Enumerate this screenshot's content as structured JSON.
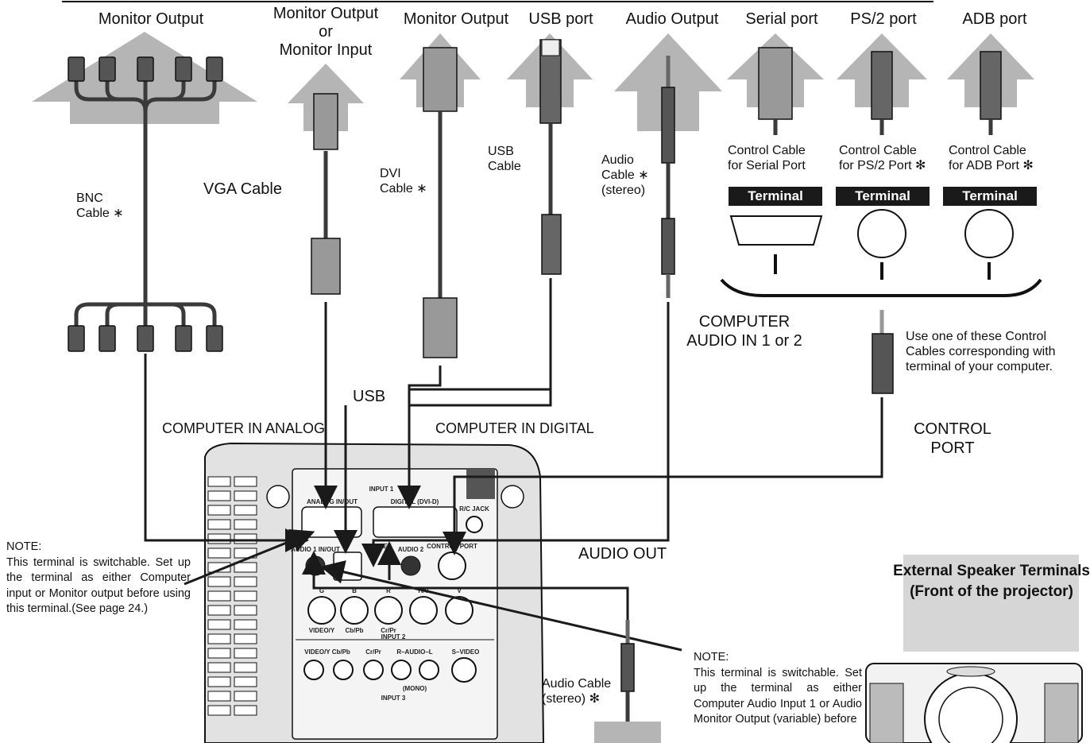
{
  "top_labels": {
    "monitor_output_1": "Monitor Output",
    "monitor_output_or_input_1": "Monitor Output",
    "monitor_output_or_input_2": "or",
    "monitor_output_or_input_3": "Monitor Input",
    "monitor_output_2": "Monitor Output",
    "usb_port": "USB port",
    "audio_output": "Audio Output",
    "serial_port": "Serial port",
    "ps2_port": "PS/2 port",
    "adb_port": "ADB port"
  },
  "cables": {
    "bnc_1": "BNC",
    "bnc_2": "Cable ∗",
    "vga": "VGA Cable",
    "dvi_1": "DVI",
    "dvi_2": "Cable ∗",
    "usb_1": "USB",
    "usb_2": "Cable",
    "audio_1": "Audio",
    "audio_2": "Cable ∗",
    "audio_3": "(stereo)",
    "control_serial_1": "Control Cable",
    "control_serial_2": "for Serial Port",
    "control_ps2_1": "Control Cable",
    "control_ps2_2": "for PS/2 Port ✻",
    "control_adb_1": "Control Cable",
    "control_adb_2": "for ADB Port ✻",
    "terminal": "Terminal",
    "audio_cable_bottom_1": "Audio Cable",
    "audio_cable_bottom_2": "(stereo) ✻"
  },
  "connections": {
    "computer_audio_in_1": "COMPUTER",
    "computer_audio_in_2": "AUDIO IN 1 or 2",
    "use_one_1": "Use one of these Control",
    "use_one_2": "Cables corresponding with",
    "use_one_3": "terminal of your computer.",
    "usb": "USB",
    "computer_in_analog": "COMPUTER IN ANALOG",
    "computer_in_digital": "COMPUTER IN DIGITAL",
    "control_port_1": "CONTROL",
    "control_port_2": "PORT",
    "audio_out": "AUDIO OUT"
  },
  "notes": {
    "left_title": "NOTE:",
    "left_body": "This terminal is switchable. Set up the terminal as either Computer input or Monitor output before using this terminal.(See page 24.)",
    "right_title": "NOTE:",
    "right_body": "This terminal is switchable. Set up the terminal as either Computer Audio Input 1 or Audio Monitor Output (variable) before"
  },
  "external": {
    "title_1": "External Speaker Terminals",
    "title_2": "(Front of the projector)"
  },
  "panel": {
    "input1": "INPUT 1",
    "analog": "ANALOG IN/OUT",
    "digital": "DIGITAL (DVI-D)",
    "rc_jack": "R/C JACK",
    "audio1": "AUDIO 1 IN/OUT",
    "reset": "RESET",
    "audio2": "AUDIO 2",
    "control_port": "CONTROL PORT",
    "g": "G",
    "b": "B",
    "r": "R",
    "hv": "H/V",
    "v": "V",
    "video_y": "VIDEO/Y",
    "cb_pb": "Cb/Pb",
    "cr_pr": "Cr/Pr",
    "input2": "INPUT 2",
    "video_y_3": "VIDEO/Y Cb/Pb",
    "cr_pr_3": "Cr/Pr",
    "r_audio_l": "R–AUDIO–L",
    "s_video": "S–VIDEO",
    "mono": "(MONO)",
    "input3": "INPUT 3"
  },
  "colors": {
    "arrow": "#b5b5b5",
    "cable": "#3a3a3a",
    "panel": "#e2e2e2",
    "label_bg": "#1a1a1a"
  }
}
